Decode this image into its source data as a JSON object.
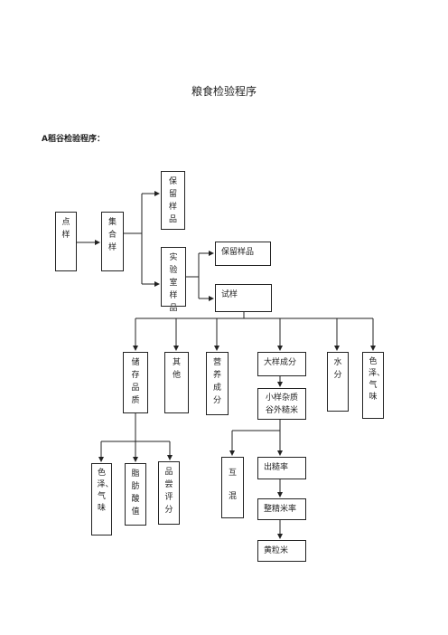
{
  "title": "粮食检验程序",
  "section": "A稻谷检验程序：",
  "boxes": {
    "dian_yang": "点样",
    "ji_he_yang": "集合样",
    "bao_liu_yang_pin_1": "保留样品",
    "shi_yan_shi_yang_pin": "实验室样品",
    "bao_liu_yang_pin_2": "保留样品",
    "shi_yang": "试样",
    "chu_cun_pin_zhi": "储存品质",
    "qi_ta": "其他",
    "ying_yang_cheng_fen": "营养成分",
    "da_yang_cheng_fen": "大样成分",
    "xiao_yang": "小样杂质谷外糙米",
    "shui_fen": "水分",
    "se_ze_qi_wei_1": "色泽、气味",
    "se_ze_qi_wei_2": "色泽、气味",
    "zhi_fang_suan_zhi": "脂肪酸值",
    "pin_chang_ping_fen": "品尝评分",
    "hu_hun": "互混",
    "chu_cao_lv": "出糙率",
    "zheng_jing_mi_lv": "整精米率",
    "huang_li_mi": "黄粒米"
  }
}
